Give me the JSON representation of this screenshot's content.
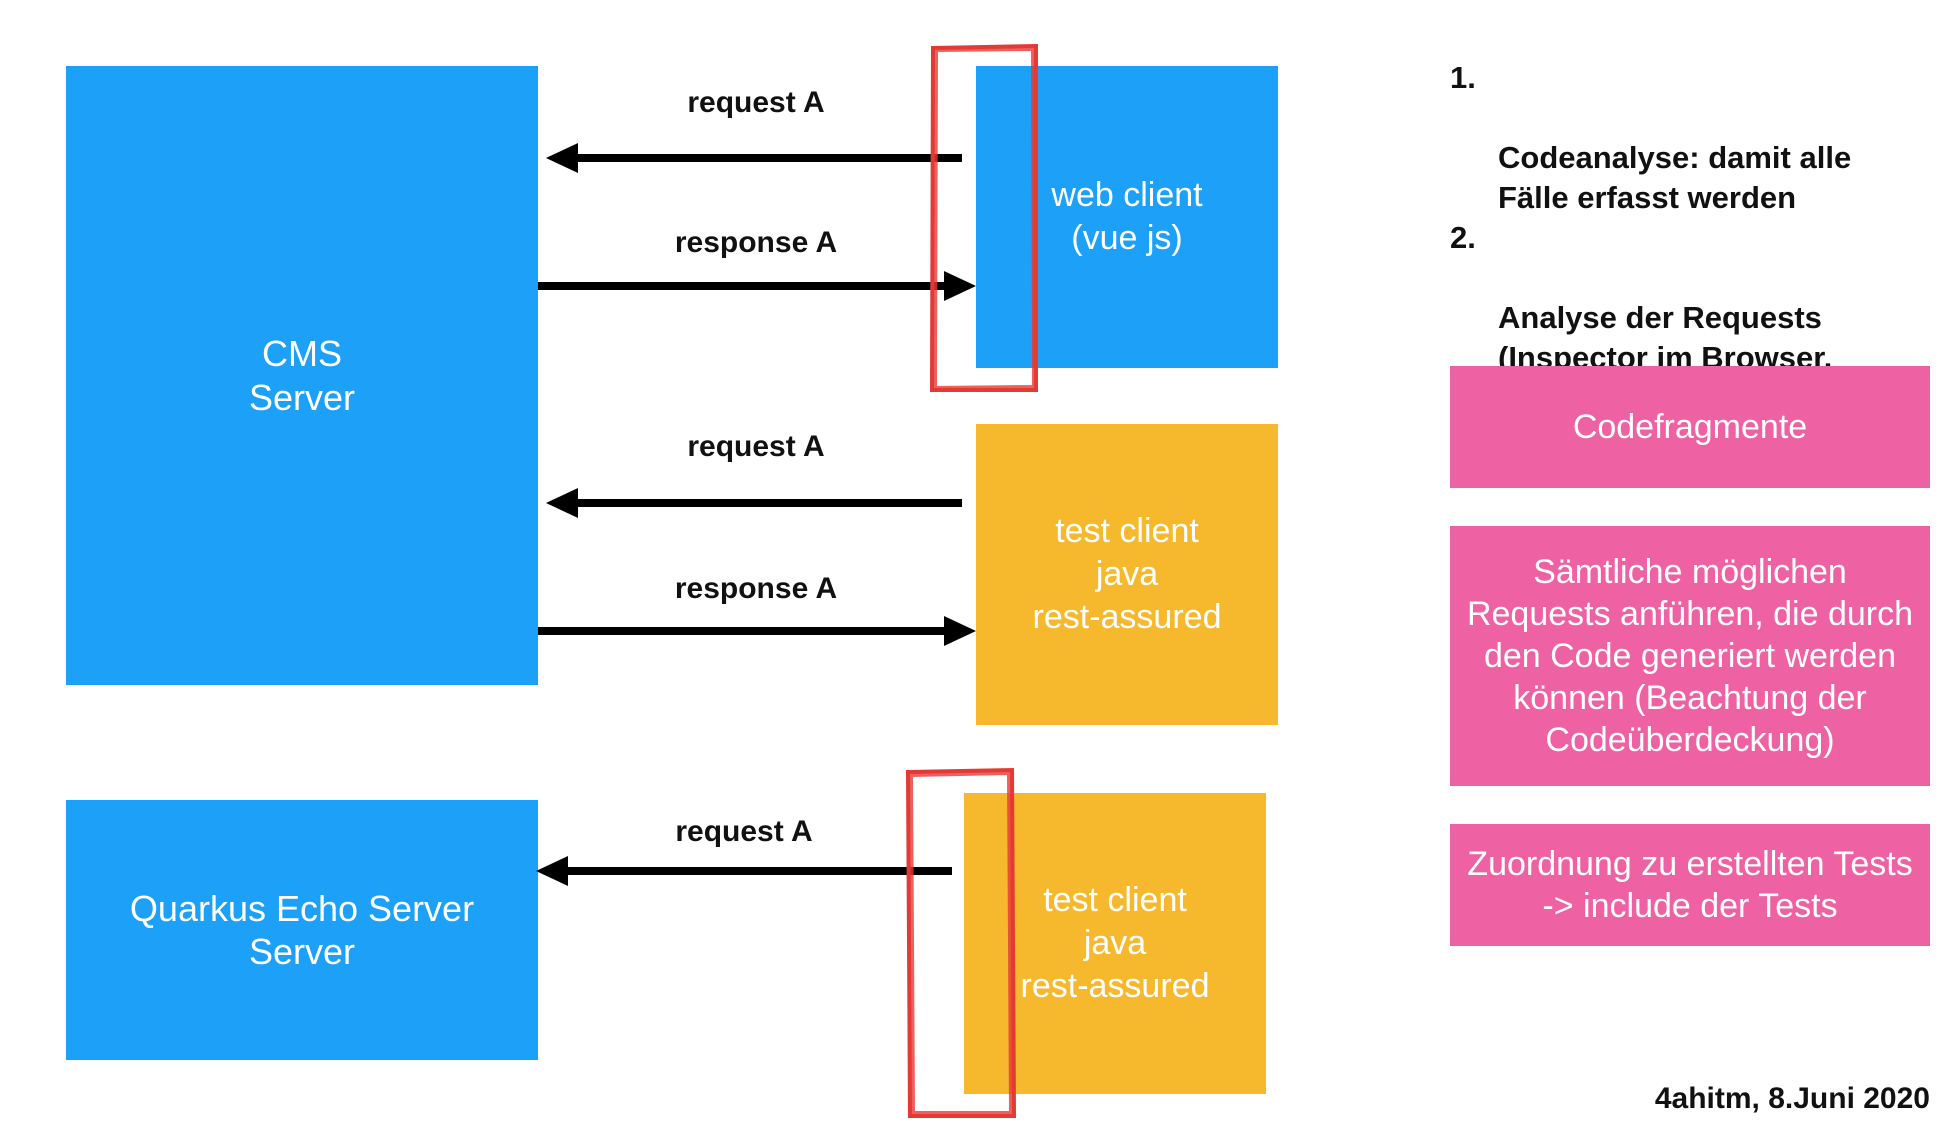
{
  "boxes": {
    "cms_server": "CMS\nServer",
    "echo_server": "Quarkus Echo Server\nServer",
    "web_client": "web client\n(vue js)",
    "test_client_1": "test client\njava\nrest-assured",
    "test_client_2": "test client\njava\nrest-assured"
  },
  "arrows": {
    "request_1": "request A",
    "response_1": "response A",
    "request_2": "request A",
    "response_2": "response A",
    "request_3": "request A"
  },
  "steps": [
    {
      "num": "1.",
      "text": "Codeanalyse: damit alle\nFälle erfasst werden"
    },
    {
      "num": "2.",
      "text": "Analyse der Requests\n(Inspector im Browser,\nDummy Server)"
    }
  ],
  "notes": {
    "codefragmente": "Codefragmente",
    "saemtliche": "Sämtliche möglichen\nRequests anführen, die durch\nden Code generiert werden\nkönnen (Beachtung der\nCodeüberdeckung)",
    "zuordnung": "Zuordnung zu erstellten Tests\n-> include der Tests"
  },
  "footer": "4ahitm, 8.Juni 2020",
  "colors": {
    "blue": "#1da1f8",
    "yellow": "#f6b92e",
    "pink": "#ee61a3",
    "highlight": "#e53935"
  }
}
